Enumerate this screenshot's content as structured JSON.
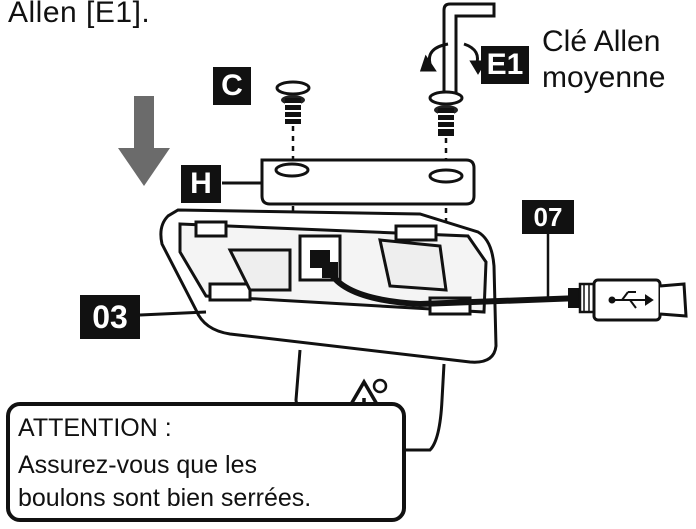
{
  "instruction": {
    "text": "Allen [E1]."
  },
  "labels": {
    "c": "C",
    "e1": "E1",
    "h": "H",
    "cable": "07",
    "base": "03"
  },
  "tool": {
    "name_line1": "Clé Allen",
    "name_line2": "moyenne"
  },
  "warning": {
    "title": "ATTENTION :",
    "line1": "Assurez-vous que les",
    "line2": "boulons sont bien serrées."
  },
  "icons": {
    "down_arrow": "down-arrow-icon",
    "rotation": "rotation-icon",
    "warning": "warning-triangle-icon",
    "usb": "usb-icon"
  },
  "colors": {
    "ink": "#111111",
    "arrow_gray": "#6b6b6b",
    "tag_bg": "#111111",
    "tag_text": "#ffffff"
  }
}
